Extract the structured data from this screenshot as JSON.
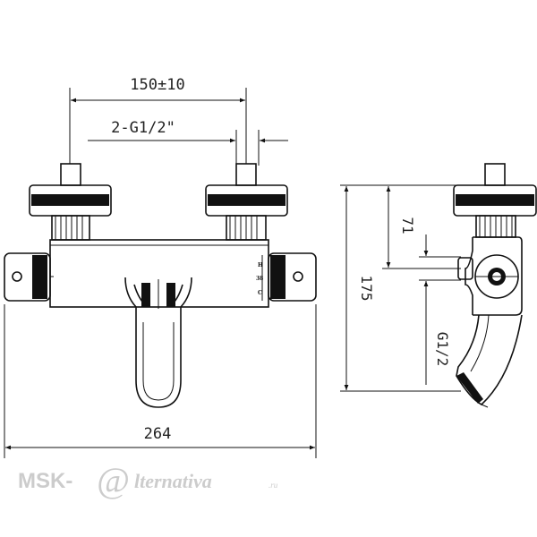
{
  "dimensions": {
    "inlet_spacing": "150±10",
    "inlet_thread": "2-G1/2\"",
    "total_width": "264",
    "total_height": "175",
    "inlet_offset": "71",
    "outlet_thread": "G1/2"
  },
  "dial_markings": {
    "hot": "H",
    "mid": "38",
    "cold": "C"
  },
  "watermark": {
    "prefix": "MSK-",
    "at_sign": "@",
    "name": "lternativa",
    "suffix": ".ru"
  },
  "colors": {
    "line": "#111111",
    "watermark": "#cccccc"
  }
}
